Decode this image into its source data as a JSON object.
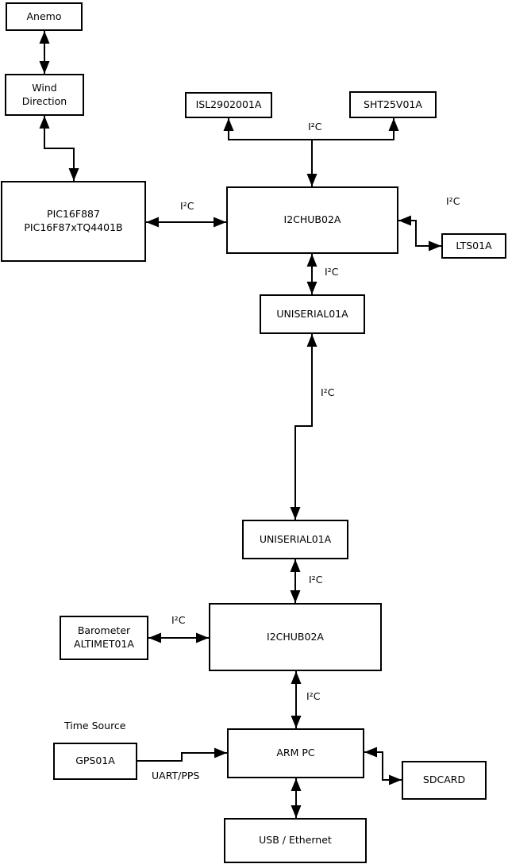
{
  "colors": {
    "background": "#ffffff",
    "line": "#000000",
    "box_border": "#000000",
    "text": "#000000"
  },
  "nodes": [
    {
      "id": "anemo",
      "label": "Anemo"
    },
    {
      "id": "wind-direction",
      "label": "Wind\nDirection"
    },
    {
      "id": "pic",
      "label": "PIC16F887\nPIC16F87xTQ4401B"
    },
    {
      "id": "isl",
      "label": "ISL2902001A"
    },
    {
      "id": "sht",
      "label": "SHT25V01A"
    },
    {
      "id": "i2chub-top",
      "label": "I2CHUB02A"
    },
    {
      "id": "lts",
      "label": "LTS01A"
    },
    {
      "id": "uniserial-upper",
      "label": "UNISERIAL01A"
    },
    {
      "id": "uniserial-lower",
      "label": "UNISERIAL01A"
    },
    {
      "id": "barometer",
      "label": "Barometer\nALTIMET01A"
    },
    {
      "id": "i2chub-bottom",
      "label": "I2CHUB02A"
    },
    {
      "id": "gps",
      "label": "GPS01A"
    },
    {
      "id": "arm-pc",
      "label": "ARM PC"
    },
    {
      "id": "sdcard",
      "label": "SDCARD"
    },
    {
      "id": "usb-ethernet",
      "label": "USB / Ethernet"
    }
  ],
  "connector_labels": [
    {
      "id": "i2c-bus-isl-sht",
      "text": "I²C"
    },
    {
      "id": "i2c-pic-hub",
      "text": "I²C"
    },
    {
      "id": "i2c-hub-lts",
      "text": "I²C"
    },
    {
      "id": "i2c-hub-uniserial-upper",
      "text": "I²C"
    },
    {
      "id": "i2c-uniserial-link",
      "text": "I²C"
    },
    {
      "id": "i2c-uniserial-lower-hub",
      "text": "I²C"
    },
    {
      "id": "i2c-barometer-hub",
      "text": "I²C"
    },
    {
      "id": "i2c-hub-armpc",
      "text": "I²C"
    },
    {
      "id": "uart-pps",
      "text": "UART/PPS"
    },
    {
      "id": "time-source",
      "text": "Time Source"
    }
  ]
}
